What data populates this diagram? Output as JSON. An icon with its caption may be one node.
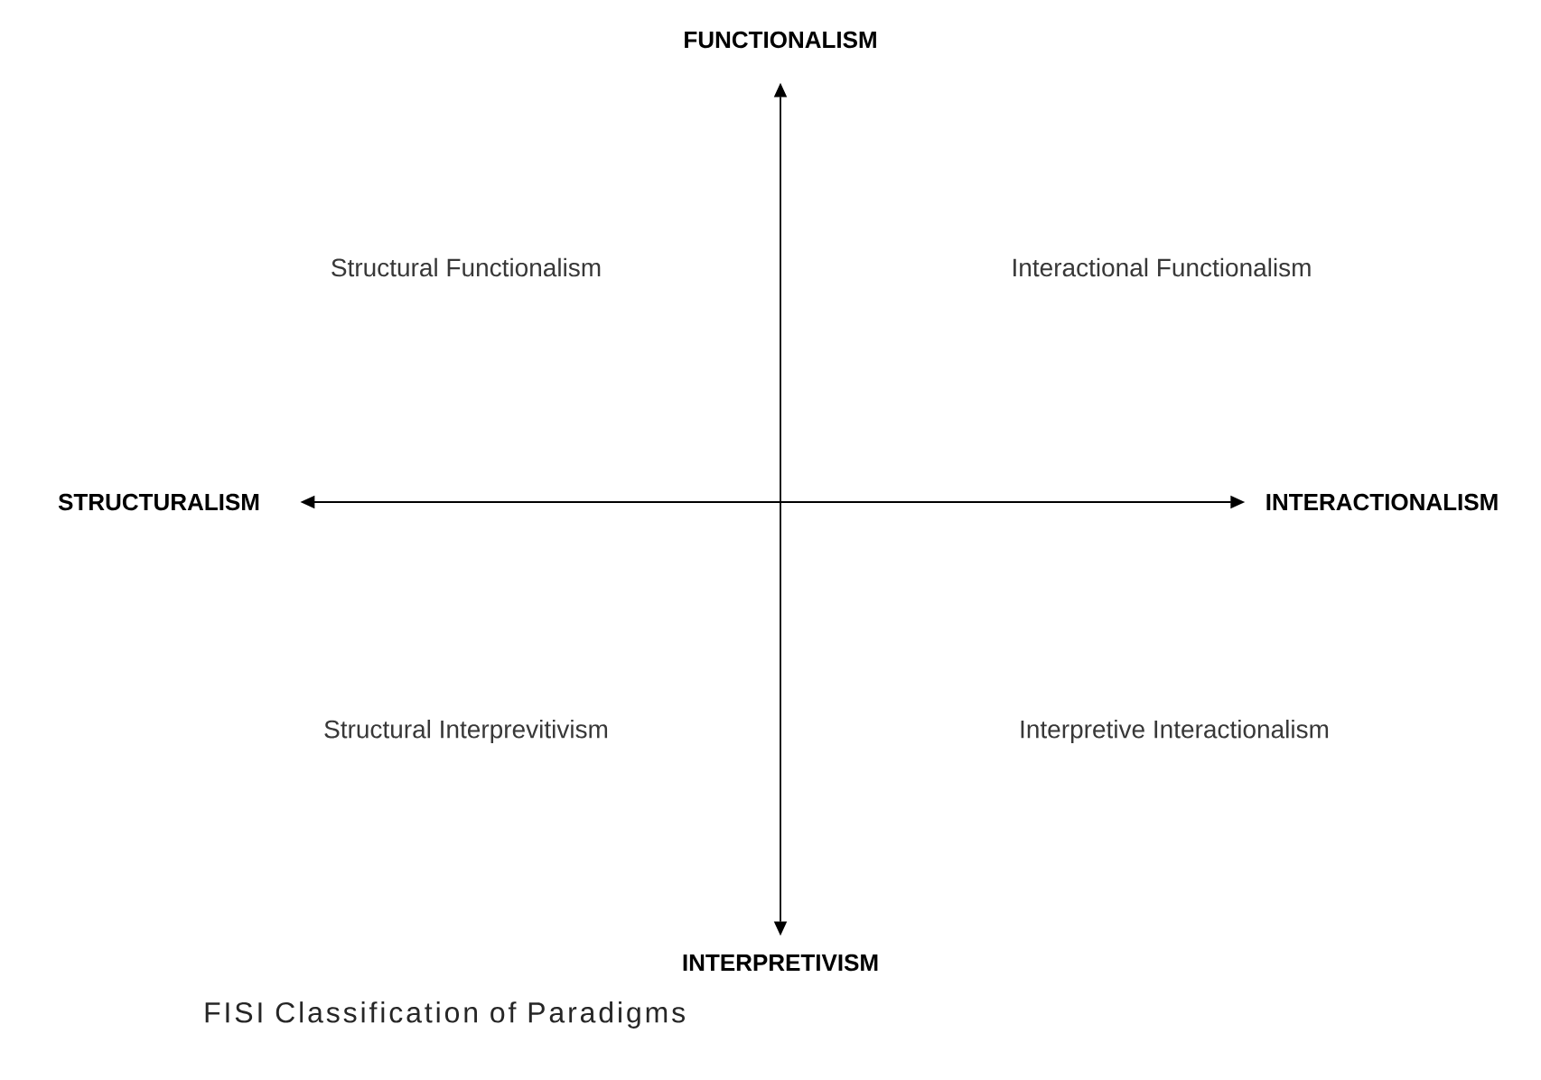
{
  "diagram": {
    "caption": "FISI Classification of Paradigms",
    "nodes": [
      {
        "text": [
          "FUNCTIONALISM"
        ]
      },
      {
        "text": [
          "STRUCTURALISM"
        ]
      },
      {
        "text": [
          "INTERACTIONALISM"
        ]
      },
      {
        "text": [
          "INTERPRETIVISM"
        ]
      }
    ],
    "edges": [
      {
        "from": 0,
        "to": 3,
        "arrow": "both"
      },
      {
        "from": 1,
        "to": 2,
        "arrow": "both"
      }
    ],
    "labels": [
      "Structural Functionalism",
      "Interactional Functionalism",
      "Structural Interprevitivism",
      "Interpretive Interactionalism"
    ]
  }
}
